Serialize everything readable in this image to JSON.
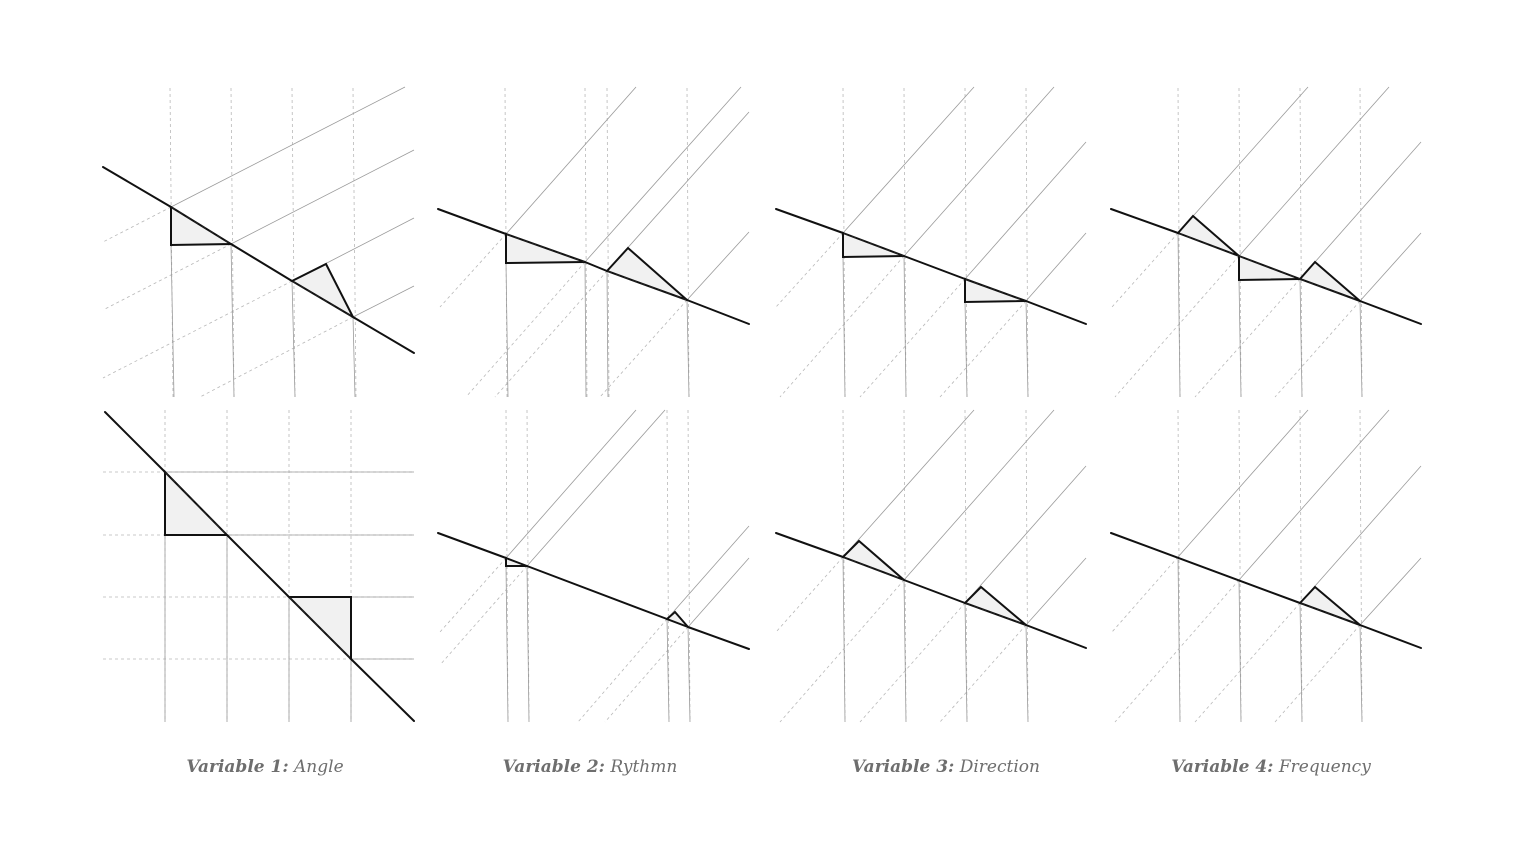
{
  "captions": [
    {
      "label": "Variable 1:",
      "value": "Angle"
    },
    {
      "label": "Variable 2:",
      "value": "Rythmn"
    },
    {
      "label": "Variable 3:",
      "value": "Direction"
    },
    {
      "label": "Variable 4:",
      "value": "Frequency"
    }
  ],
  "colors": {
    "background": "#ffffff",
    "line": "#111111",
    "guide": "#9a9a9a",
    "fill": "#f1f1f1",
    "caption": "#6e6e6e"
  }
}
